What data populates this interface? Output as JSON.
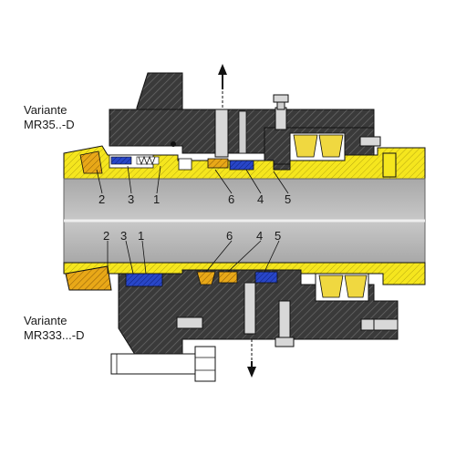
{
  "labels": {
    "top_variant_line1": "Variante",
    "top_variant_line2": "MR35..-D",
    "bottom_variant_line1": "Variante",
    "bottom_variant_line2": "MR333...-D"
  },
  "callouts_top": [
    "2",
    "3",
    "1",
    "6",
    "4",
    "5"
  ],
  "callouts_bottom": [
    "2",
    "3",
    "1",
    "6",
    "4",
    "5"
  ],
  "colors": {
    "housing_dark": "#3c3c3c",
    "shaft_gray": "#b4b4b4",
    "sleeve_yellow": "#f5e61e",
    "seal_blue": "#2846c8",
    "bearing_yellow": "#f0d840",
    "seal_orange": "#e0a020"
  }
}
